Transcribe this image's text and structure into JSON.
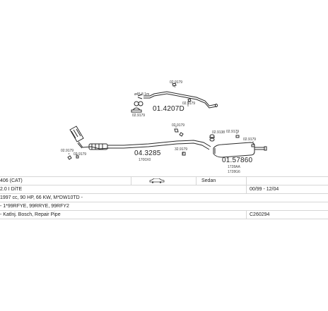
{
  "parts": {
    "top_pipe": {
      "label": "01.4207D",
      "fitting_labels": [
        "02.9179",
        "02.9179",
        "02.9179"
      ],
      "note": "ø45.8 1m"
    },
    "front_pipe": {
      "label": "04.3285",
      "sub": "1700X0",
      "fitting_labels": [
        "02.9179",
        "02.9179"
      ]
    },
    "center_fittings": {
      "labels": [
        "02.9179",
        "32.9179"
      ]
    },
    "rear_silencer": {
      "label": "01.57860",
      "sub1": "1728AA",
      "sub2": "1728G6",
      "fitting_labels": [
        "02.9138",
        "02.9179",
        "02.9179"
      ]
    }
  },
  "vehicle": {
    "model": "406 (CAT)",
    "body": "Sedan",
    "engine": "2.0 I DiTE",
    "years": "00/99 - 12/04",
    "specs": "1997 cc, 90 HP, 66 KW, M*DW10TD -",
    "codes": "- 1*99RFYE, 99RRYE, 99RFY2",
    "catalyst_note": "- Katlnj. Bosch, Repair Pipe",
    "catalog_number": "C260294"
  },
  "colors": {
    "line": "#2a2a2a",
    "grid": "#d6d6d6"
  }
}
